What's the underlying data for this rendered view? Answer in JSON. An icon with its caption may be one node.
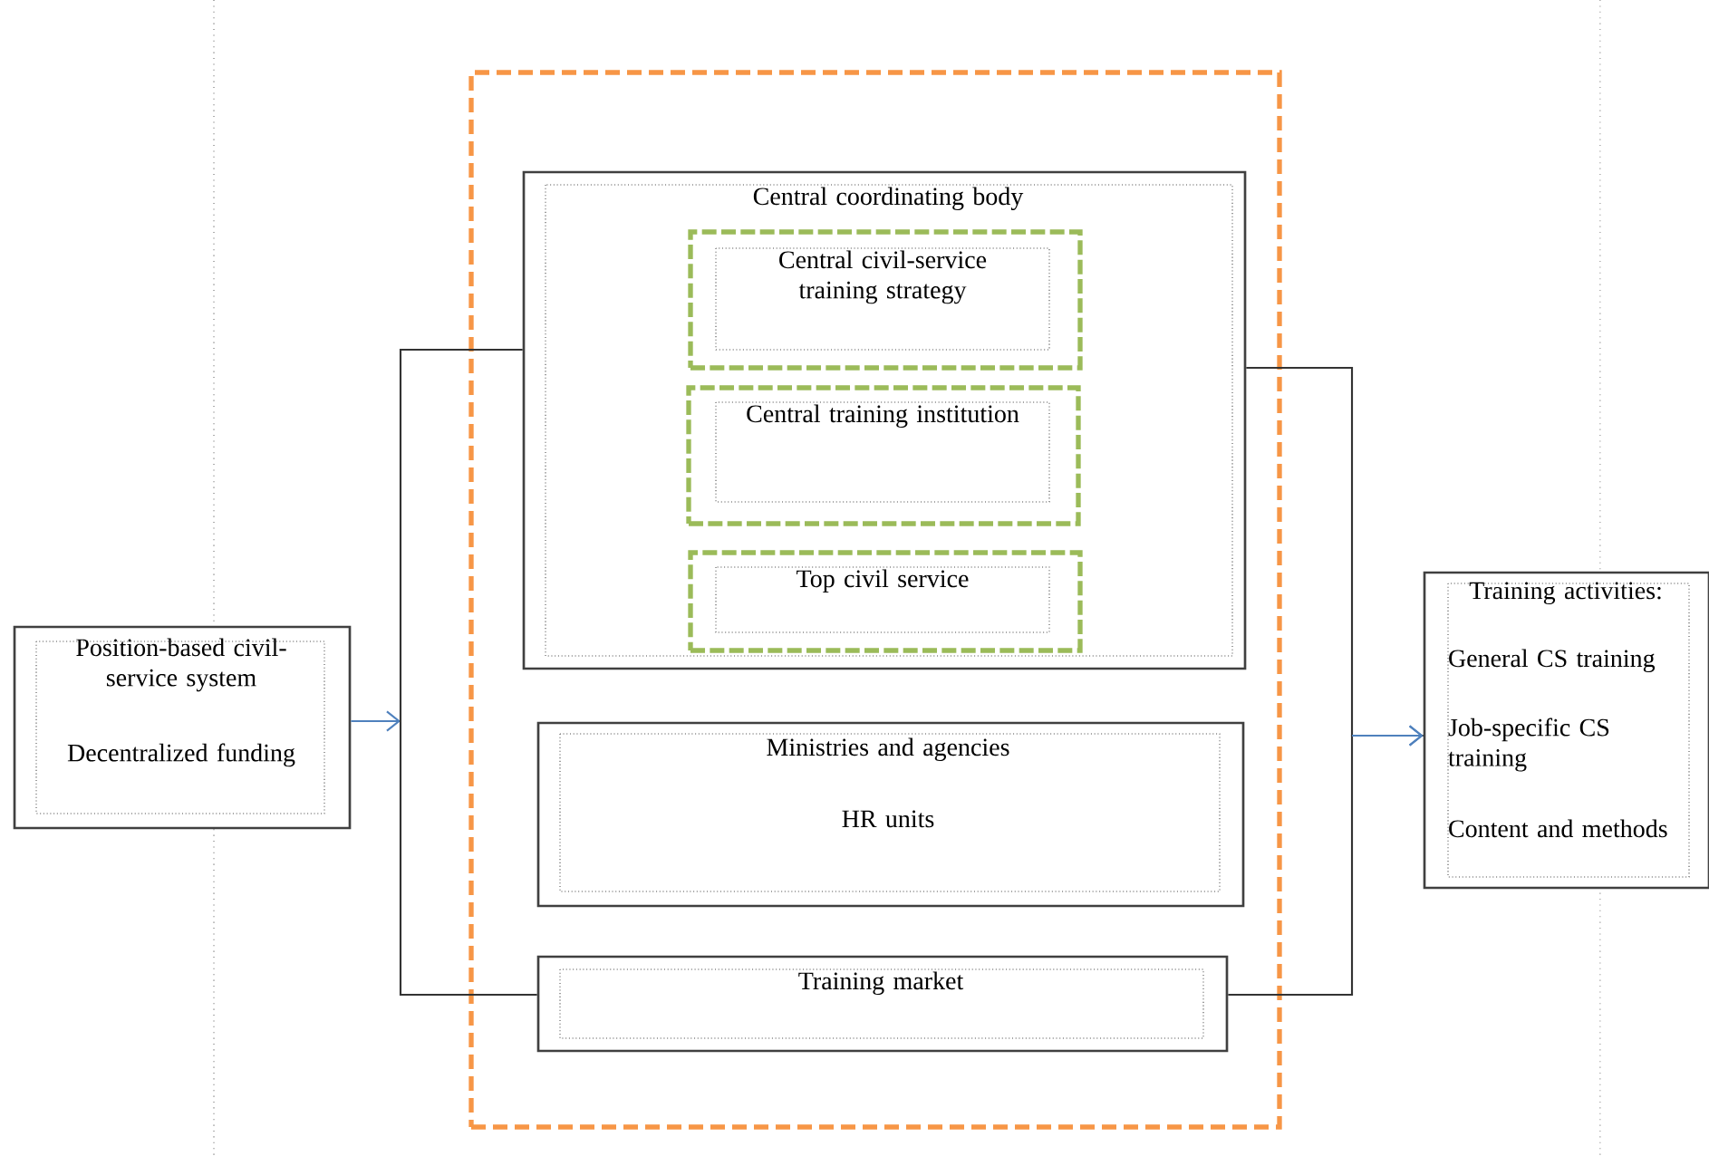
{
  "diagram": {
    "nodes": [
      {
        "text": [
          "Position-based civil-service system",
          "Decentralized funding"
        ]
      },
      {
        "text": [],
        "shape": "box"
      },
      {
        "text": [
          "Central coordinating body"
        ],
        "in": 1
      },
      {
        "text": [
          "Central civil-service training strategy"
        ],
        "in": 2
      },
      {
        "text": [
          "Central training institution"
        ],
        "in": 2
      },
      {
        "text": [
          "Top civil service"
        ],
        "in": 2
      },
      {
        "text": [
          "Ministries and agencies",
          "HR units"
        ],
        "in": 1
      },
      {
        "text": [
          "Training market"
        ],
        "in": 1
      },
      {
        "text": [
          "Training activities:",
          "General CS training",
          "Job-specific CS training",
          "Content and methods"
        ]
      }
    ],
    "edges": [
      {
        "from": 0,
        "to": null,
        "arrow": "to",
        "color": "#4f81bd"
      },
      {
        "from": 2,
        "to": 7,
        "arrow": "none"
      },
      {
        "from": 2,
        "to": 8,
        "arrow": "to"
      },
      {
        "from": 7,
        "to": 8,
        "arrow": "to"
      }
    ]
  }
}
